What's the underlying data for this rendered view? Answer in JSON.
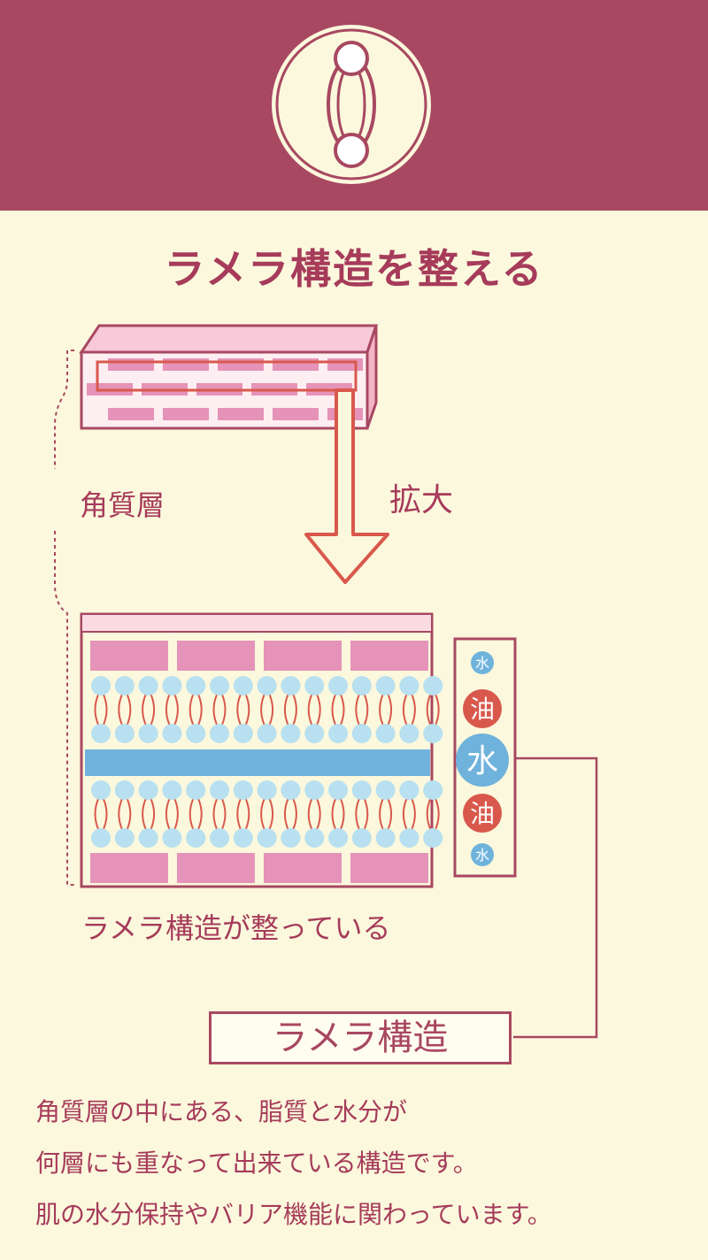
{
  "title": "ラメラ構造を整える",
  "zoom_label": "拡大",
  "stratum_label": "角質層",
  "caption": "ラメラ構造が整っている",
  "legend": {
    "small_water": "水",
    "oil_1": "油",
    "big_water": "水",
    "oil_2": "油",
    "small_water_2": "水"
  },
  "term": "ラメラ構造",
  "description": [
    "角質層の中にある、脂質と水分が",
    "何層にも重なって出来ている構造です。",
    "肌の水分保持やバリア機能に関わっています。"
  ],
  "colors": {
    "header": "#a84861",
    "background": "#fbf8dd",
    "text": "#a63b5a",
    "cell_pink": "#e593b8",
    "water_blue": "#6fb3dc",
    "lipid_head": "#b8e0f0",
    "oil_red": "#d9584c"
  },
  "icons": [
    "lamellar-emblem-icon",
    "zoom-arrow-icon"
  ]
}
